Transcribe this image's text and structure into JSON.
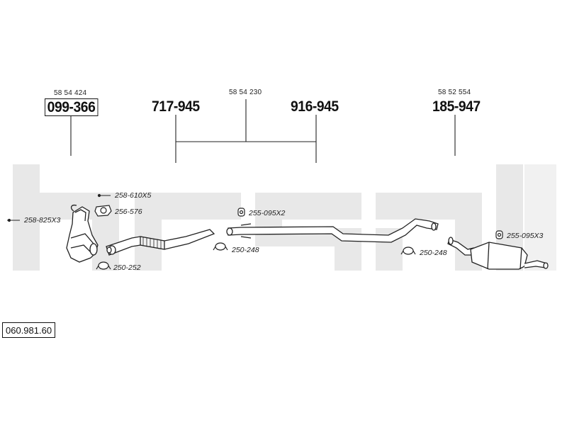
{
  "diagram": {
    "catalog_code": "060.981.60",
    "main_parts": [
      {
        "oe": "58 54 424",
        "part": "099-366",
        "boxed": true
      },
      {
        "oe": "",
        "part": "717-945",
        "boxed": false
      },
      {
        "oe": "58 54 230",
        "part": "",
        "boxed": false
      },
      {
        "oe": "",
        "part": "916-945",
        "boxed": false
      },
      {
        "oe": "58 52 554",
        "part": "185-947",
        "boxed": false
      }
    ],
    "accessories": [
      {
        "label": "258-610X5",
        "icon": "bolt-icon"
      },
      {
        "label": "256-576",
        "icon": "gasket-icon"
      },
      {
        "label": "258-825X3",
        "icon": "bolt-icon"
      },
      {
        "label": "250-252",
        "icon": "clamp-icon"
      },
      {
        "label": "255-095X2",
        "icon": "rubber-mount-icon"
      },
      {
        "label": "250-248",
        "icon": "clamp-icon"
      },
      {
        "label": "250-248",
        "icon": "clamp-icon"
      },
      {
        "label": "255-095X3",
        "icon": "rubber-mount-icon"
      }
    ],
    "colors": {
      "line": "#222222",
      "watermark": "#e6e6e6",
      "part": "#ffffff"
    }
  }
}
